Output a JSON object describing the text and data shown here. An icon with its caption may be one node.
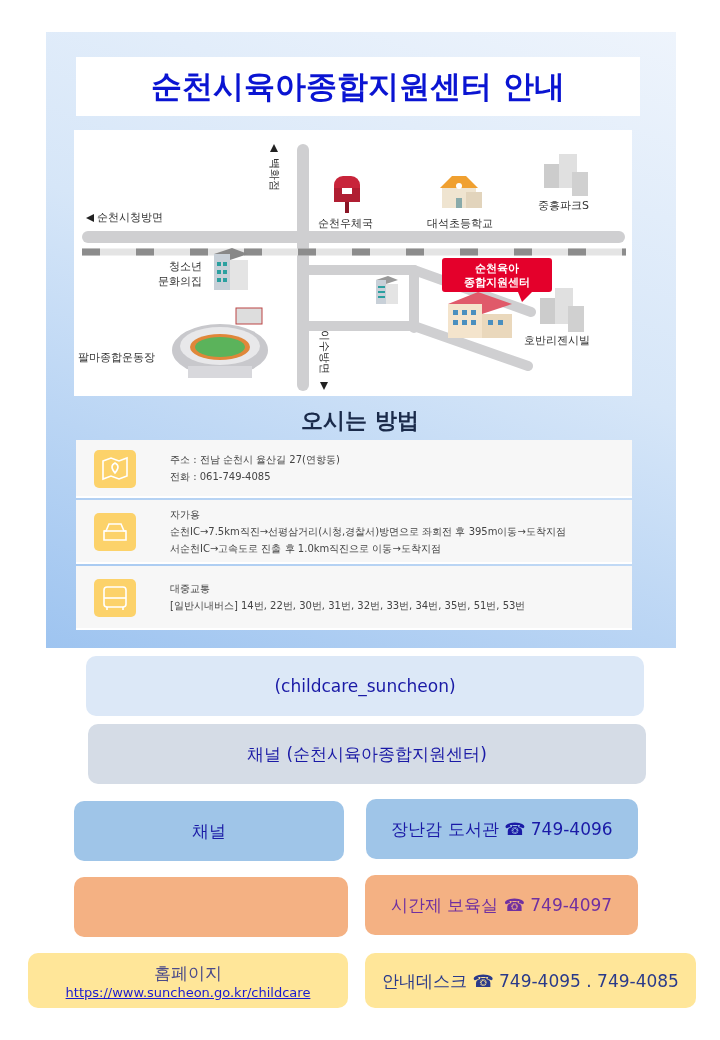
{
  "diagram": {
    "title": "순천시육아종합지원센터 안내",
    "nodes": [
      {
        "text": [
          "순천육아 종합지원센터"
        ]
      },
      {
        "text": [
          "주소 : 전남 순천시 율산길 27(연향동)",
          "전화 : 061-749-4085"
        ]
      },
      {
        "text": [
          "자가용",
          "순천IC→7.5km직진→선평삼거리(시청,경찰서)방면으로 좌회전 후 395m이동→도착지점",
          "서순천IC→고속도로 진출 후 1.0km직진으로 이동→도착지점"
        ]
      },
      {
        "text": [
          "대중교통",
          "[일반시내버스] 14번, 22번, 30번, 31번, 32번, 33번, 34번, 35번, 51번, 53번"
        ]
      },
      {
        "text": [
          "(childcare_suncheon)"
        ]
      },
      {
        "text": [
          "채널 (순천시육아종합지원센터)"
        ]
      },
      {
        "text": [
          "채널"
        ]
      },
      {
        "text": [
          "장난감 도서관 ☎ 749-4096"
        ]
      },
      {
        "text": [],
        "shape": "box"
      },
      {
        "text": [
          "시간제 보육실 ☎ 749-4097"
        ]
      },
      {
        "text": [
          "홈페이지",
          "https://www.suncheon.go.kr/childcare"
        ]
      },
      {
        "text": [
          "안내데스크 ☎ 749-4095 . 749-4085"
        ]
      }
    ],
    "labels": [
      "순천시청방면",
      "백화점",
      "순천우체국",
      "대석초등학교",
      "중흥파크S",
      "청소년 문화의집",
      "호반리젠시빌",
      "팔마종합운동장",
      "이수방면",
      "오시는 방법"
    ]
  }
}
